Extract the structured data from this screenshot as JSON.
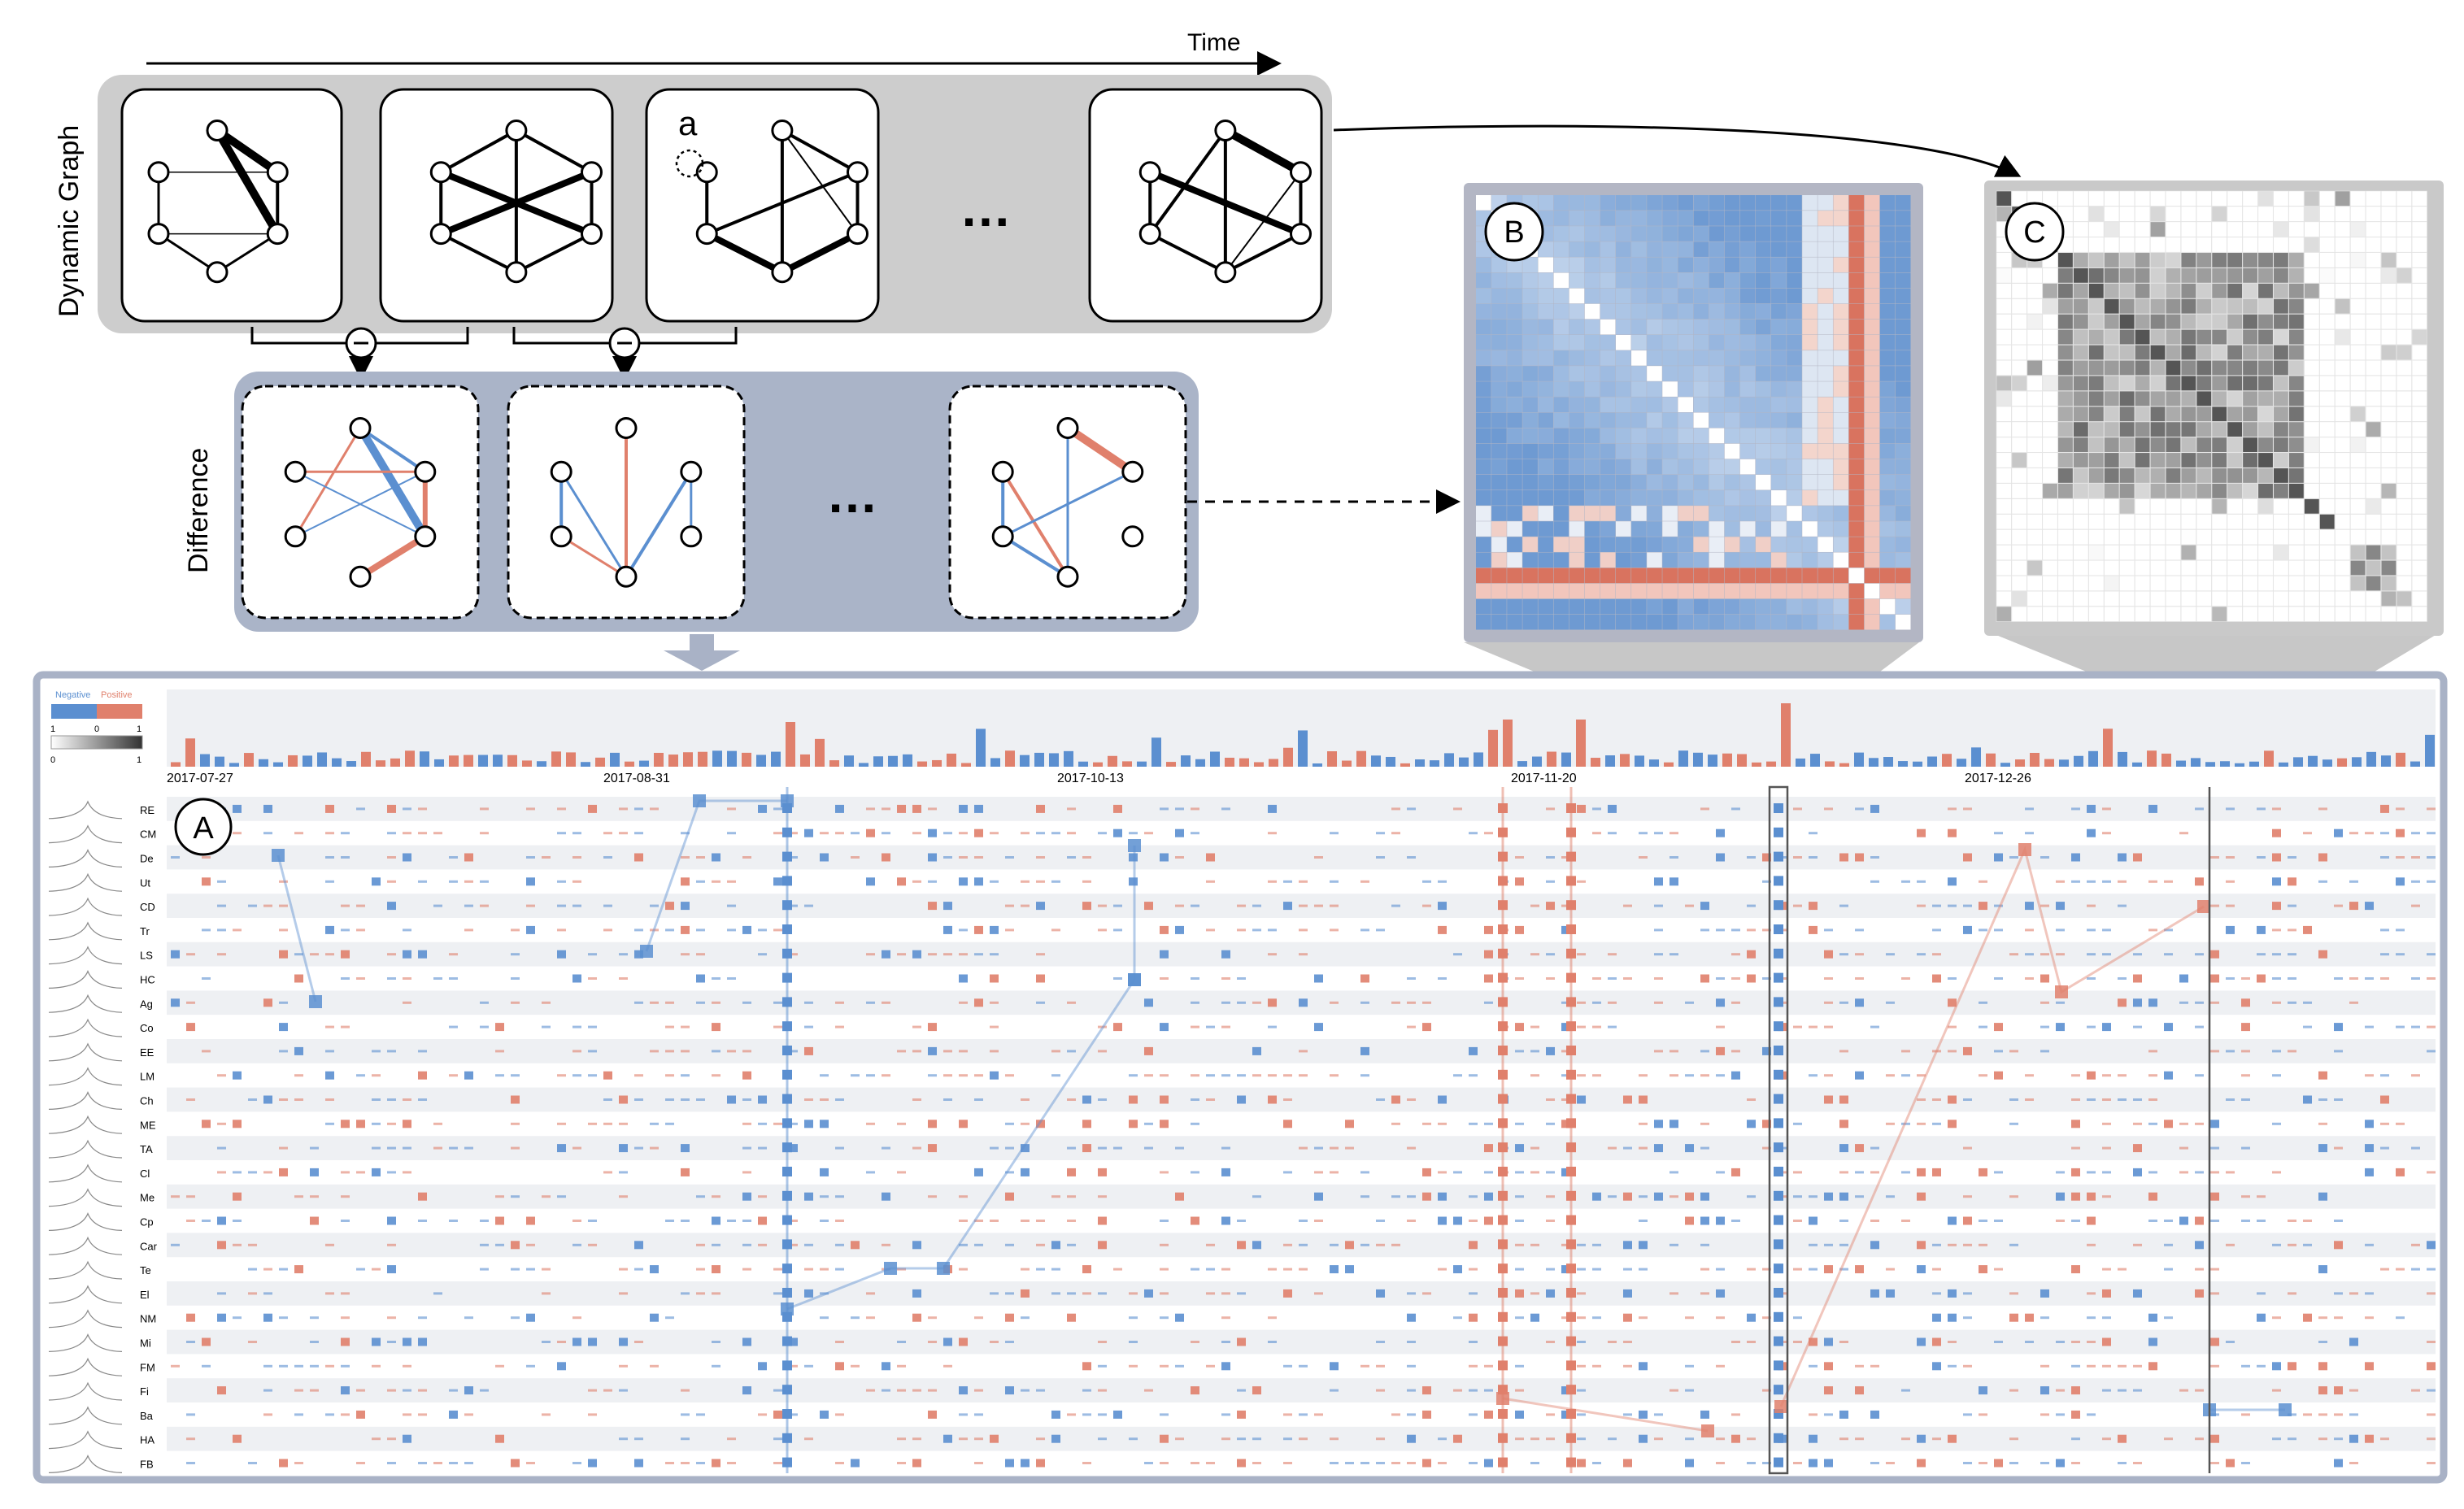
{
  "time_label": "Time",
  "dynamic_graph_label": "Dynamic Graph",
  "difference_label": "Difference",
  "frame_a_label": "a",
  "ellipsis": "…",
  "badges": {
    "a": "A",
    "b": "B",
    "c": "C"
  },
  "diff_symbol": "−",
  "legend": {
    "negative": "Negative",
    "positive": "Positive",
    "tick_neg": "1",
    "tick_mid": "0",
    "tick_pos": "1",
    "gray_min": "0",
    "gray_max": "1"
  },
  "dates": [
    "2017-07-27",
    "2017-08-31",
    "2017-10-13",
    "2017-11-20",
    "2017-12-26"
  ],
  "row_labels": [
    "RE",
    "CM",
    "De",
    "Ut",
    "CD",
    "Tr",
    "LS",
    "HC",
    "Ag",
    "Co",
    "EE",
    "LM",
    "Ch",
    "ME",
    "TA",
    "Cl",
    "Me",
    "Cp",
    "Car",
    "Te",
    "El",
    "NM",
    "Mi",
    "FM",
    "Fi",
    "Ba",
    "HA",
    "FB"
  ],
  "colors": {
    "negative": "#5b8fd0",
    "positive": "#e0806c",
    "panel_gray": "#cfcfcf",
    "diff_panel": "#aab4c8",
    "frame_border": "#a9b2c6"
  }
}
